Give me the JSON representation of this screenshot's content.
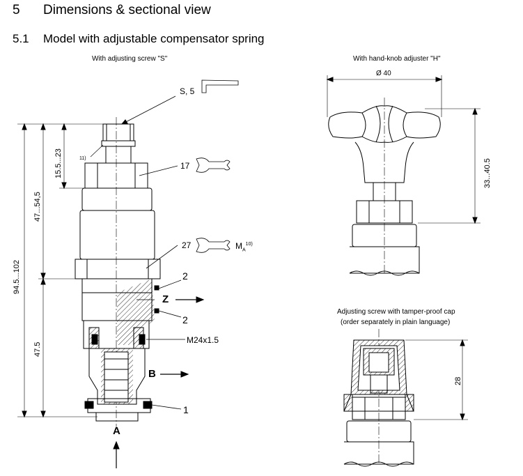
{
  "section": {
    "number": "5",
    "title": "Dimensions & sectional view"
  },
  "subsection": {
    "number": "5.1",
    "title": "Model with adjustable compensator spring"
  },
  "views": {
    "screw": {
      "caption": "With adjusting screw \"S\"",
      "callouts": {
        "s5": "S, 5",
        "note11": "11)",
        "w17": "17",
        "w27": "27",
        "ma": "M",
        "ma_sub": "A",
        "ma_sup": "10)",
        "seal_top": "2",
        "seal_bottom": "2",
        "thread": "M24x1.5",
        "ring": "1"
      },
      "dims": {
        "d1": "15.5...23",
        "d2": "47...54,5",
        "d3": "94.5...102",
        "d4": "47.5"
      },
      "ports": {
        "z": "Z",
        "b": "B",
        "a": "A"
      }
    },
    "knob": {
      "caption": "With hand-knob adjuster \"H\"",
      "dim_diameter": "Ø 40",
      "dim_height": "33...40.5"
    },
    "cap": {
      "caption_line1": "Adjusting screw with tamper-proof cap",
      "caption_line2": "(order separately in plain language)",
      "dim_height": "28"
    }
  }
}
